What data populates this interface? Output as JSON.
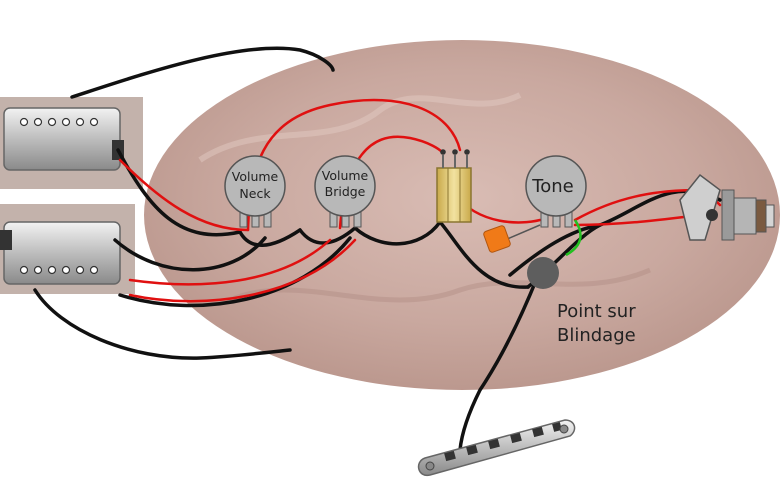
{
  "diagram": {
    "pots": [
      {
        "id": "volume-neck",
        "lines": [
          "Volume",
          "Neck"
        ]
      },
      {
        "id": "volume-bridge",
        "lines": [
          "Volume",
          "Bridge"
        ]
      },
      {
        "id": "tone",
        "lines": [
          "Tone"
        ]
      }
    ],
    "ground_point_label": [
      "Point sur",
      "Blindage"
    ],
    "colors": {
      "hot_wire": "#e01010",
      "ground_wire": "#111111",
      "cap_lead": "#22c020",
      "pot_body": "#b8b8b8",
      "capacitor": "#f07a18",
      "switch": "#e0c870",
      "shield_foil": "#c9aaa2",
      "ground_point": "#5e5e5e"
    },
    "icons": [
      "humbucker-neck-icon",
      "humbucker-bridge-icon",
      "toggle-switch-icon",
      "jack-icon",
      "bridge-hardware-icon",
      "capacitor-icon"
    ]
  }
}
